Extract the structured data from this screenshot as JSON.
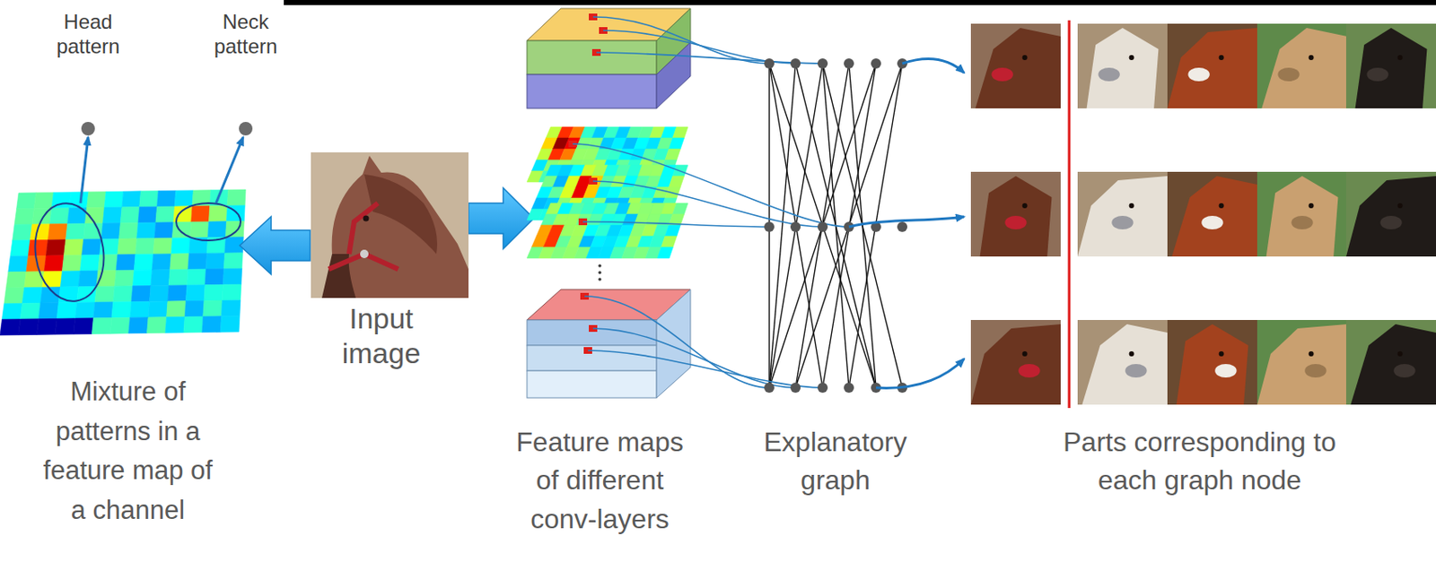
{
  "diagram": {
    "labels": [
      "Head pattern",
      "Neck pattern",
      "Mixture of patterns in a feature map of a channel",
      "Input image",
      "Feature maps of different conv-layers",
      "Explanatory graph",
      "Parts corresponding to each graph node"
    ]
  }
}
